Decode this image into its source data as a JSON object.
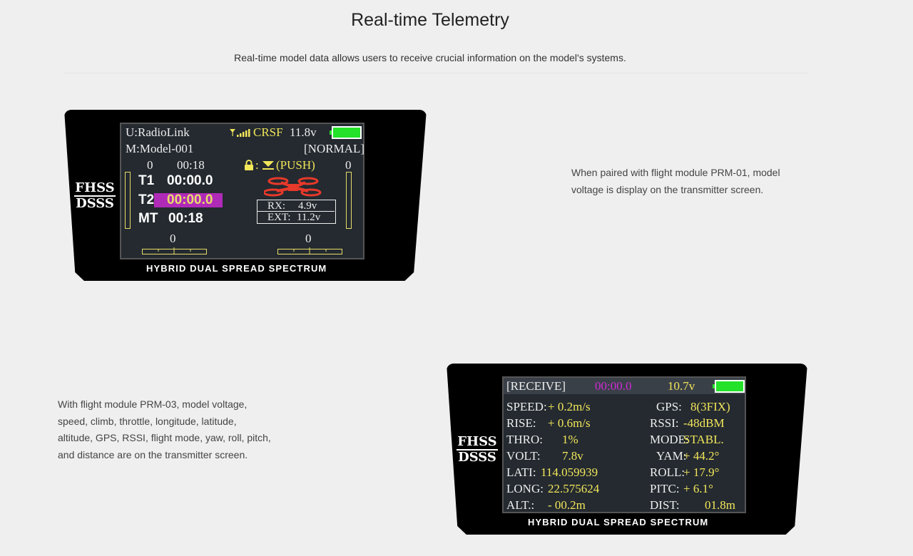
{
  "header": {
    "title": "Real-time Telemetry",
    "subtitle": "Real-time model data allows users to receive crucial information on the model's systems."
  },
  "sections": {
    "prm01_desc": [
      "When paired with flight module PRM-01, model",
      "voltage is display on the transmitter screen."
    ],
    "prm03_desc": [
      "With flight module PRM-03, model voltage,",
      "speed, climb, throttle, longitude, latitude,",
      "altitude, GPS, RSSI, flight mode, yaw, roll, pitch,",
      "and distance are on the transmitter screen."
    ]
  },
  "screen1": {
    "fhss": "FHSS",
    "dsss": "DSSS",
    "hybrid": "HYBRID DUAL SPREAD SPECTRUM",
    "user": "U:RadioLink",
    "protocol": "CRSF",
    "tx_voltage": "11.8v",
    "model": "M:Model-001",
    "mode": "[NORMAL]",
    "left_trim": "0",
    "time": "00:18",
    "lock_label": ":",
    "push": "(PUSH)",
    "right_trim": "0",
    "t1_label": "T1",
    "t1_value": "00:00.0",
    "t2_label": "T2",
    "t2_value": "00:00.0",
    "mt_label": "MT",
    "mt_value": "00:18",
    "rx_label": "RX:",
    "rx_value": "4.9v",
    "ext_label": "EXT:",
    "ext_value": "11.2v",
    "bottom_left": "0",
    "bottom_right": "0",
    "battery_level": 1.0
  },
  "screen2": {
    "fhss": "FHSS",
    "dsss": "DSSS",
    "hybrid": "HYBRID DUAL SPREAD SPECTRUM",
    "receive": "[RECEIVE]",
    "timer": "00:00.0",
    "voltage": "10.7v",
    "battery_level": 1.0,
    "rows": [
      {
        "l_label": "SPEED:",
        "l_value": "+   0.2m/s",
        "r_label": "GPS:",
        "r_value": "8(3FIX)"
      },
      {
        "l_label": "RISE:",
        "l_value": "+   0.6m/s",
        "r_label": "RSSI:",
        "r_value": "-48dBM"
      },
      {
        "l_label": "THRO:",
        "l_value": "1%",
        "r_label": "MODE:",
        "r_value": "STABL."
      },
      {
        "l_label": "VOLT:",
        "l_value": "7.8v",
        "r_label": "YAM:",
        "r_value": "+ 44.2°"
      },
      {
        "l_label": "LATI:",
        "l_value": "114.059939",
        "r_label": "ROLL:",
        "r_value": "+ 17.9°"
      },
      {
        "l_label": "LONG:",
        "l_value": "22.575624",
        "r_label": "PITC:",
        "r_value": "+  6.1°"
      },
      {
        "l_label": "ALT.:",
        "l_value": "-   00.2m",
        "r_label": "DIST:",
        "r_value": "01.8m"
      }
    ]
  },
  "colors": {
    "page_bg": "#efefef",
    "lcd_bg": "#242a30",
    "yellow": "#f2e65a",
    "magenta": "#d02ad8",
    "battery_green": "#24e12a",
    "drone_red": "#e8392a"
  },
  "icons": [
    "signal-icon",
    "lock-icon",
    "throttle-icon",
    "drone-icon",
    "battery-icon"
  ]
}
